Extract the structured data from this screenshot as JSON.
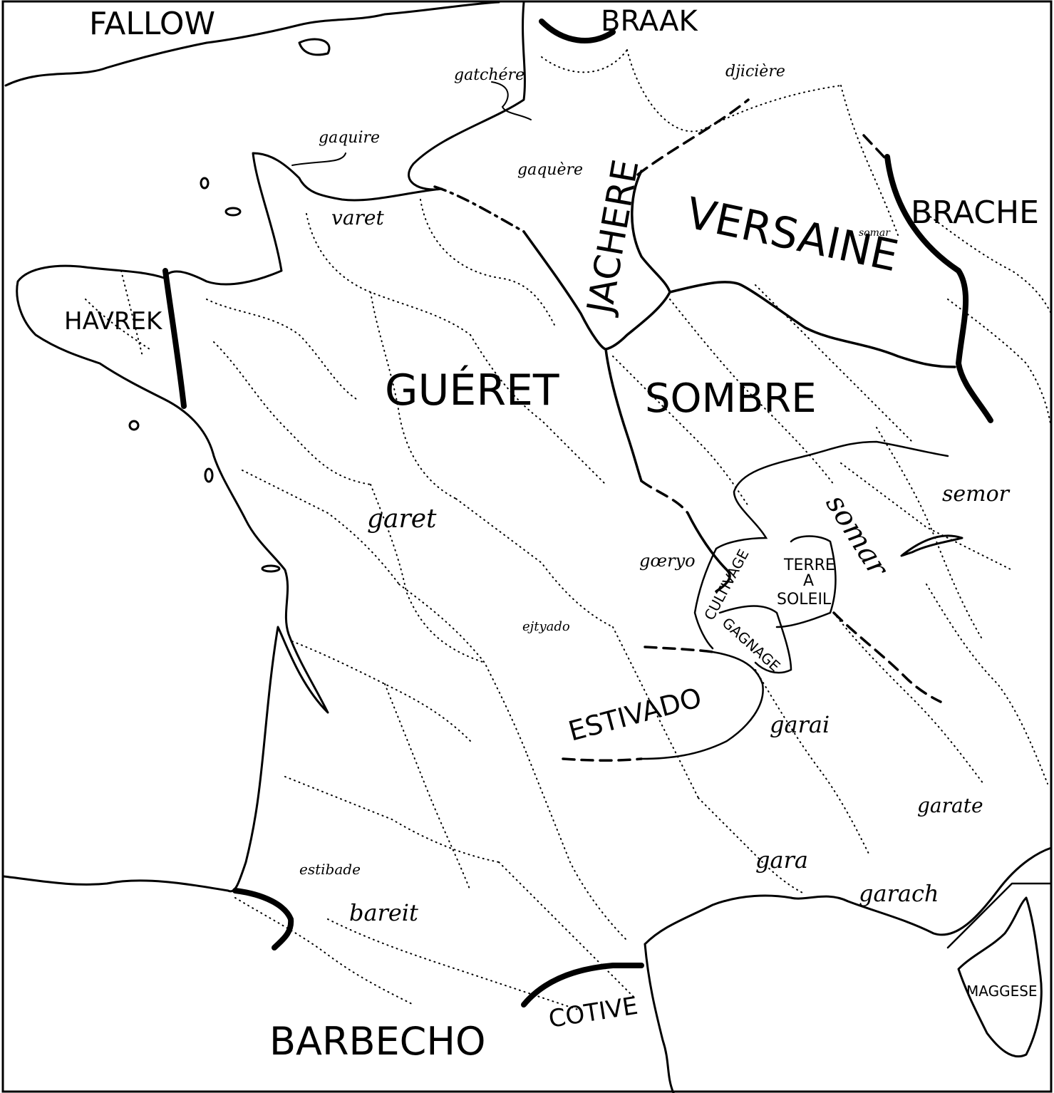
{
  "map": {
    "regions": {
      "fallow": "FALLOW",
      "braak": "BRAAK",
      "brache": "BRACHE",
      "havrek": "HAVREK",
      "jachere": "JACHERE",
      "versaine": "VERSAINE",
      "gueret": "GUÉRET",
      "sombre": "SOMBRE",
      "cultivage": "CULTIVAGE",
      "terre_a_soleil_1": "TERRE",
      "terre_a_soleil_2": "A",
      "terre_a_soleil_3": "SOLEIL",
      "gagnage": "GAGNAGE",
      "estivado": "ESTIVADO",
      "cotive": "COTIVE",
      "barbecho": "BARBECHO",
      "maggese": "MAGGESE"
    },
    "local_forms": {
      "gatchere": "gatchére",
      "djiciere": "djicière",
      "gaquire": "gaquire",
      "gaquere": "gaquère",
      "varet": "varet",
      "somar_small": "somar",
      "somar": "somar",
      "semor": "semor",
      "garet": "garet",
      "goeryo": "gœryo",
      "eityado": "ejtyado",
      "garai": "garai",
      "garate": "garate",
      "gara": "gara",
      "garach": "garach",
      "estibade": "estibade",
      "bareit": "bareit"
    },
    "style": {
      "ink": "#000000",
      "paper": "#ffffff"
    }
  }
}
